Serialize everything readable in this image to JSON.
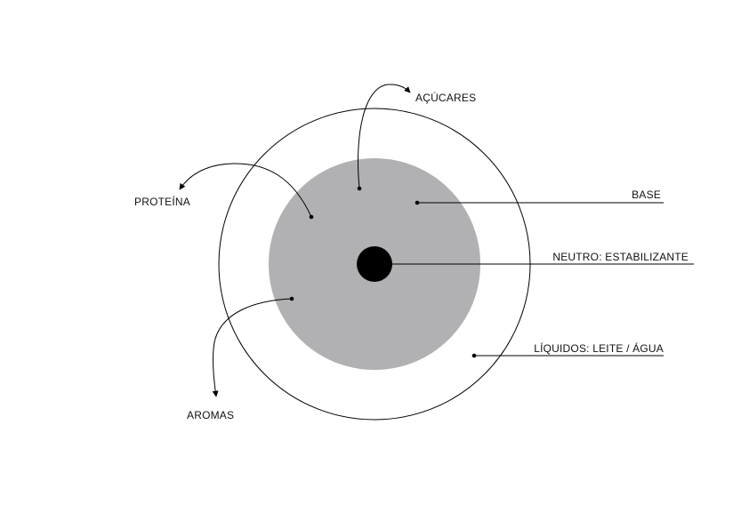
{
  "colors": {
    "background": "#ffffff",
    "base_disc": "#b1b1b3",
    "ink": "#000000"
  },
  "diagram": {
    "layers": {
      "outer_ring": "liquids",
      "middle_disc": "base",
      "core": "neutral"
    },
    "labels": {
      "acucares": "AÇÚCARES",
      "base": "BASE",
      "proteina": "PROTEÍNA",
      "neutro": "NEUTRO: ESTABILIZANTE",
      "liquidos": "LÍQUIDOS: LEITE / ÁGUA",
      "aromas": "AROMAS"
    }
  }
}
